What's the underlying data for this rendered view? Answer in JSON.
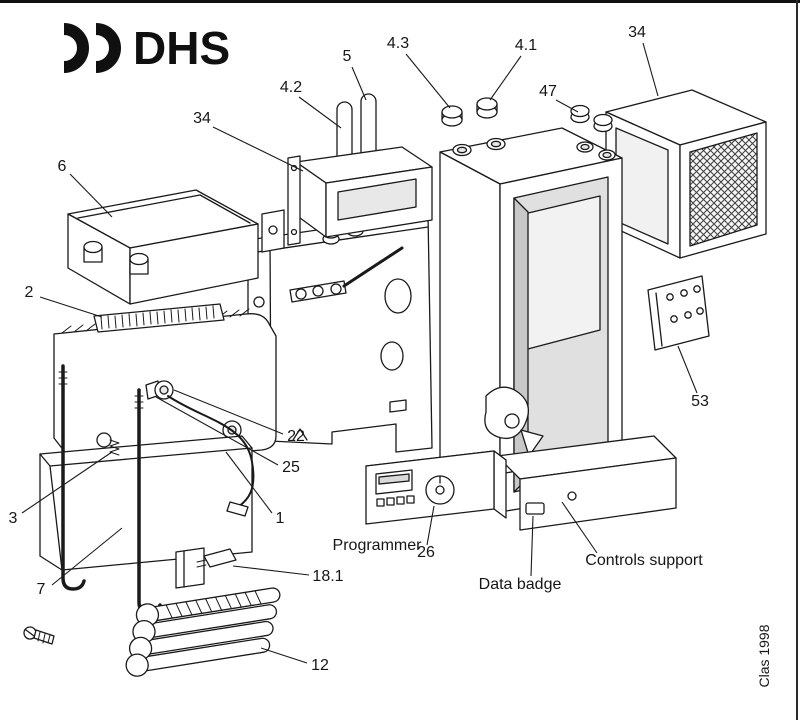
{
  "colors": {
    "ink": "#1a1a1a",
    "paper": "#ffffff"
  },
  "logo": {
    "brand": "DHS",
    "mark_icon": "dhs-double-arc-mark"
  },
  "part_labels": {
    "p6": "6",
    "p2": "2",
    "p3": "3",
    "p7": "7",
    "p34_left": "34",
    "p4_2": "4.2",
    "p5": "5",
    "p4_3": "4.3",
    "p4_1": "4.1",
    "p47": "47",
    "p34_right": "34",
    "p53": "53",
    "p22": "22",
    "p25": "25",
    "p1": "1",
    "p18_1": "18.1",
    "p12": "12",
    "p26": "26"
  },
  "text_labels": {
    "programmer": "Programmer",
    "data_badge": "Data badge",
    "controls_support": "Controls support"
  },
  "footer": {
    "credit": "Clas 1998"
  }
}
